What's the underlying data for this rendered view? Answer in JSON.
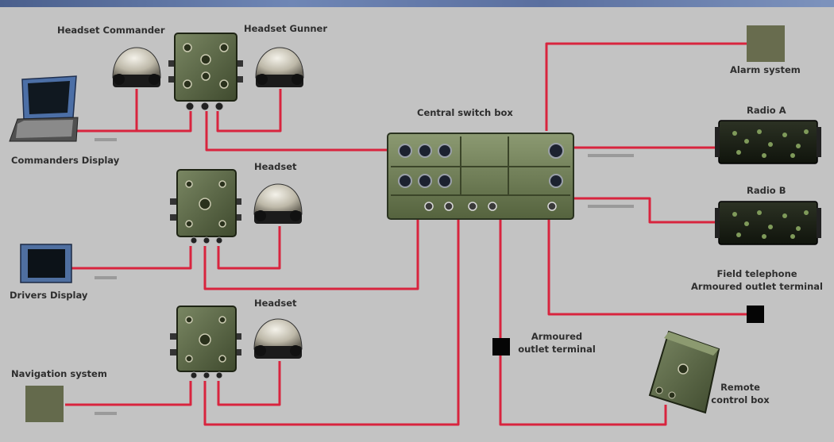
{
  "labels": {
    "headset_commander": "Headset Commander",
    "headset_gunner": "Headset Gunner",
    "commanders_display": "Commanders Display",
    "headset_2": "Headset",
    "drivers_display": "Drivers Display",
    "headset_3": "Headset",
    "navigation_system": "Navigation system",
    "central_switch_box": "Central switch box",
    "alarm_system": "Alarm system",
    "radio_a": "Radio A",
    "radio_b": "Radio B",
    "field_telephone": "Field telephone\nArmoured outlet terminal",
    "armoured_outlet": "Armoured\noutlet terminal",
    "remote_control_box": "Remote\ncontrol box"
  },
  "colors": {
    "background": "#c3c3c3",
    "cable": "#d8243e",
    "device_green": "#5c6b45",
    "terminal": "#050505",
    "label_text": "#2e2e2e"
  }
}
